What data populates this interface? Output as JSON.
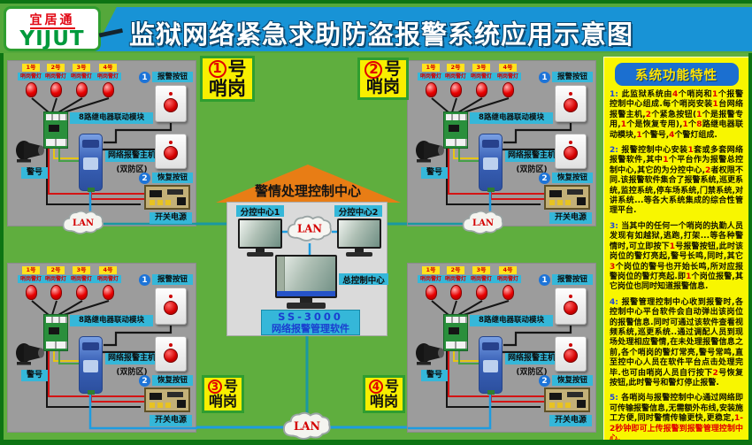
{
  "header": {
    "logo_line1": "宜居通",
    "logo_line2": "YIJUT",
    "dash": "—",
    "title": "监狱网络紧急求助防盗报警系统应用示意图"
  },
  "features": {
    "title": "系统功能特性",
    "paragraphs": [
      {
        "num": "1:",
        "text": "此监狱系统由4个哨岗和1个报警控制中心组成.每个哨岗安装1台网络报警主机,2个紧急按钮(1个是报警专用,1个是恢复专用),1个8路继电器联动模块,1个警号,4个警灯组成."
      },
      {
        "num": "2:",
        "text": "报警控制中心安装1套或多套网络报警软件,其中1个平台作为报警总控制中心,其它的为分控中心,2者权限不同.该报警软件集合了报警系统,巡更系统,监控系统,停车场系统,门禁系统,对讲系统...等各大系统集成的综合性管理平台."
      },
      {
        "num": "3:",
        "text": "当其中的任何一个哨岗的执勤人员发现有如越狱,逃跑,打架...等各种警情时,可立即按下1号报警按钮,此时该岗位的警灯亮起,警号长鸣,同时,其它3个岗位的警号也开始长鸣,所对应报警岗位的警灯亮起.即1个岗位报警,其它岗位也同时知道报警信息."
      },
      {
        "num": "4:",
        "text": "报警管理控制中心收到报警时,各控制中心平台软件会自动弹出该岗位的报警信息.同时可通过该软件查看视频系统,巡更系统..通过调配人员到现场处理相应警情,在未处理报警信息之前,各个哨岗的警灯常亮,警号常鸣,直至控中心人员在软件平台点击处理完毕.也可由哨岗人员自行按下2号恢复按钮,此时警号和警灯停止报警."
      },
      {
        "num": "5:",
        "text": "各哨岗与报警控制中心通过网络即可传输报警信息,无需额外布线,安装施工方便,同时警情传输更快,更稳定,",
        "red": "1-2秒钟即可上传报警到报警管理控制中心."
      }
    ]
  },
  "center": {
    "roof_title": "警情处理控制中心",
    "sub_center1": "分控中心1",
    "sub_center2": "分控中心2",
    "lan": "LAN",
    "main_center": "总控制中心",
    "software_model": "SS-3000",
    "software_name": "网络报警管理软件"
  },
  "station_labels": {
    "light_names": [
      "1号",
      "2号",
      "3号",
      "4号"
    ],
    "light_caption": "哨岗警灯",
    "relay_module": "8路继电器联动模块",
    "siren": "警号",
    "host": "网络报警主机",
    "host_sub": "(双防区)",
    "btn1_num": "1",
    "btn1": "报警按钮",
    "btn2_num": "2",
    "btn2": "恢复按钮",
    "power": "开关电源",
    "lan": "LAN"
  },
  "stations": [
    {
      "badge_number": "1",
      "badge_word": "号",
      "badge_line2": "哨岗"
    },
    {
      "badge_number": "2",
      "badge_word": "号",
      "badge_line2": "哨岗"
    },
    {
      "badge_number": "3",
      "badge_word": "号",
      "badge_line2": "哨岗"
    },
    {
      "badge_number": "4",
      "badge_word": "号",
      "badge_line2": "哨岗"
    }
  ]
}
